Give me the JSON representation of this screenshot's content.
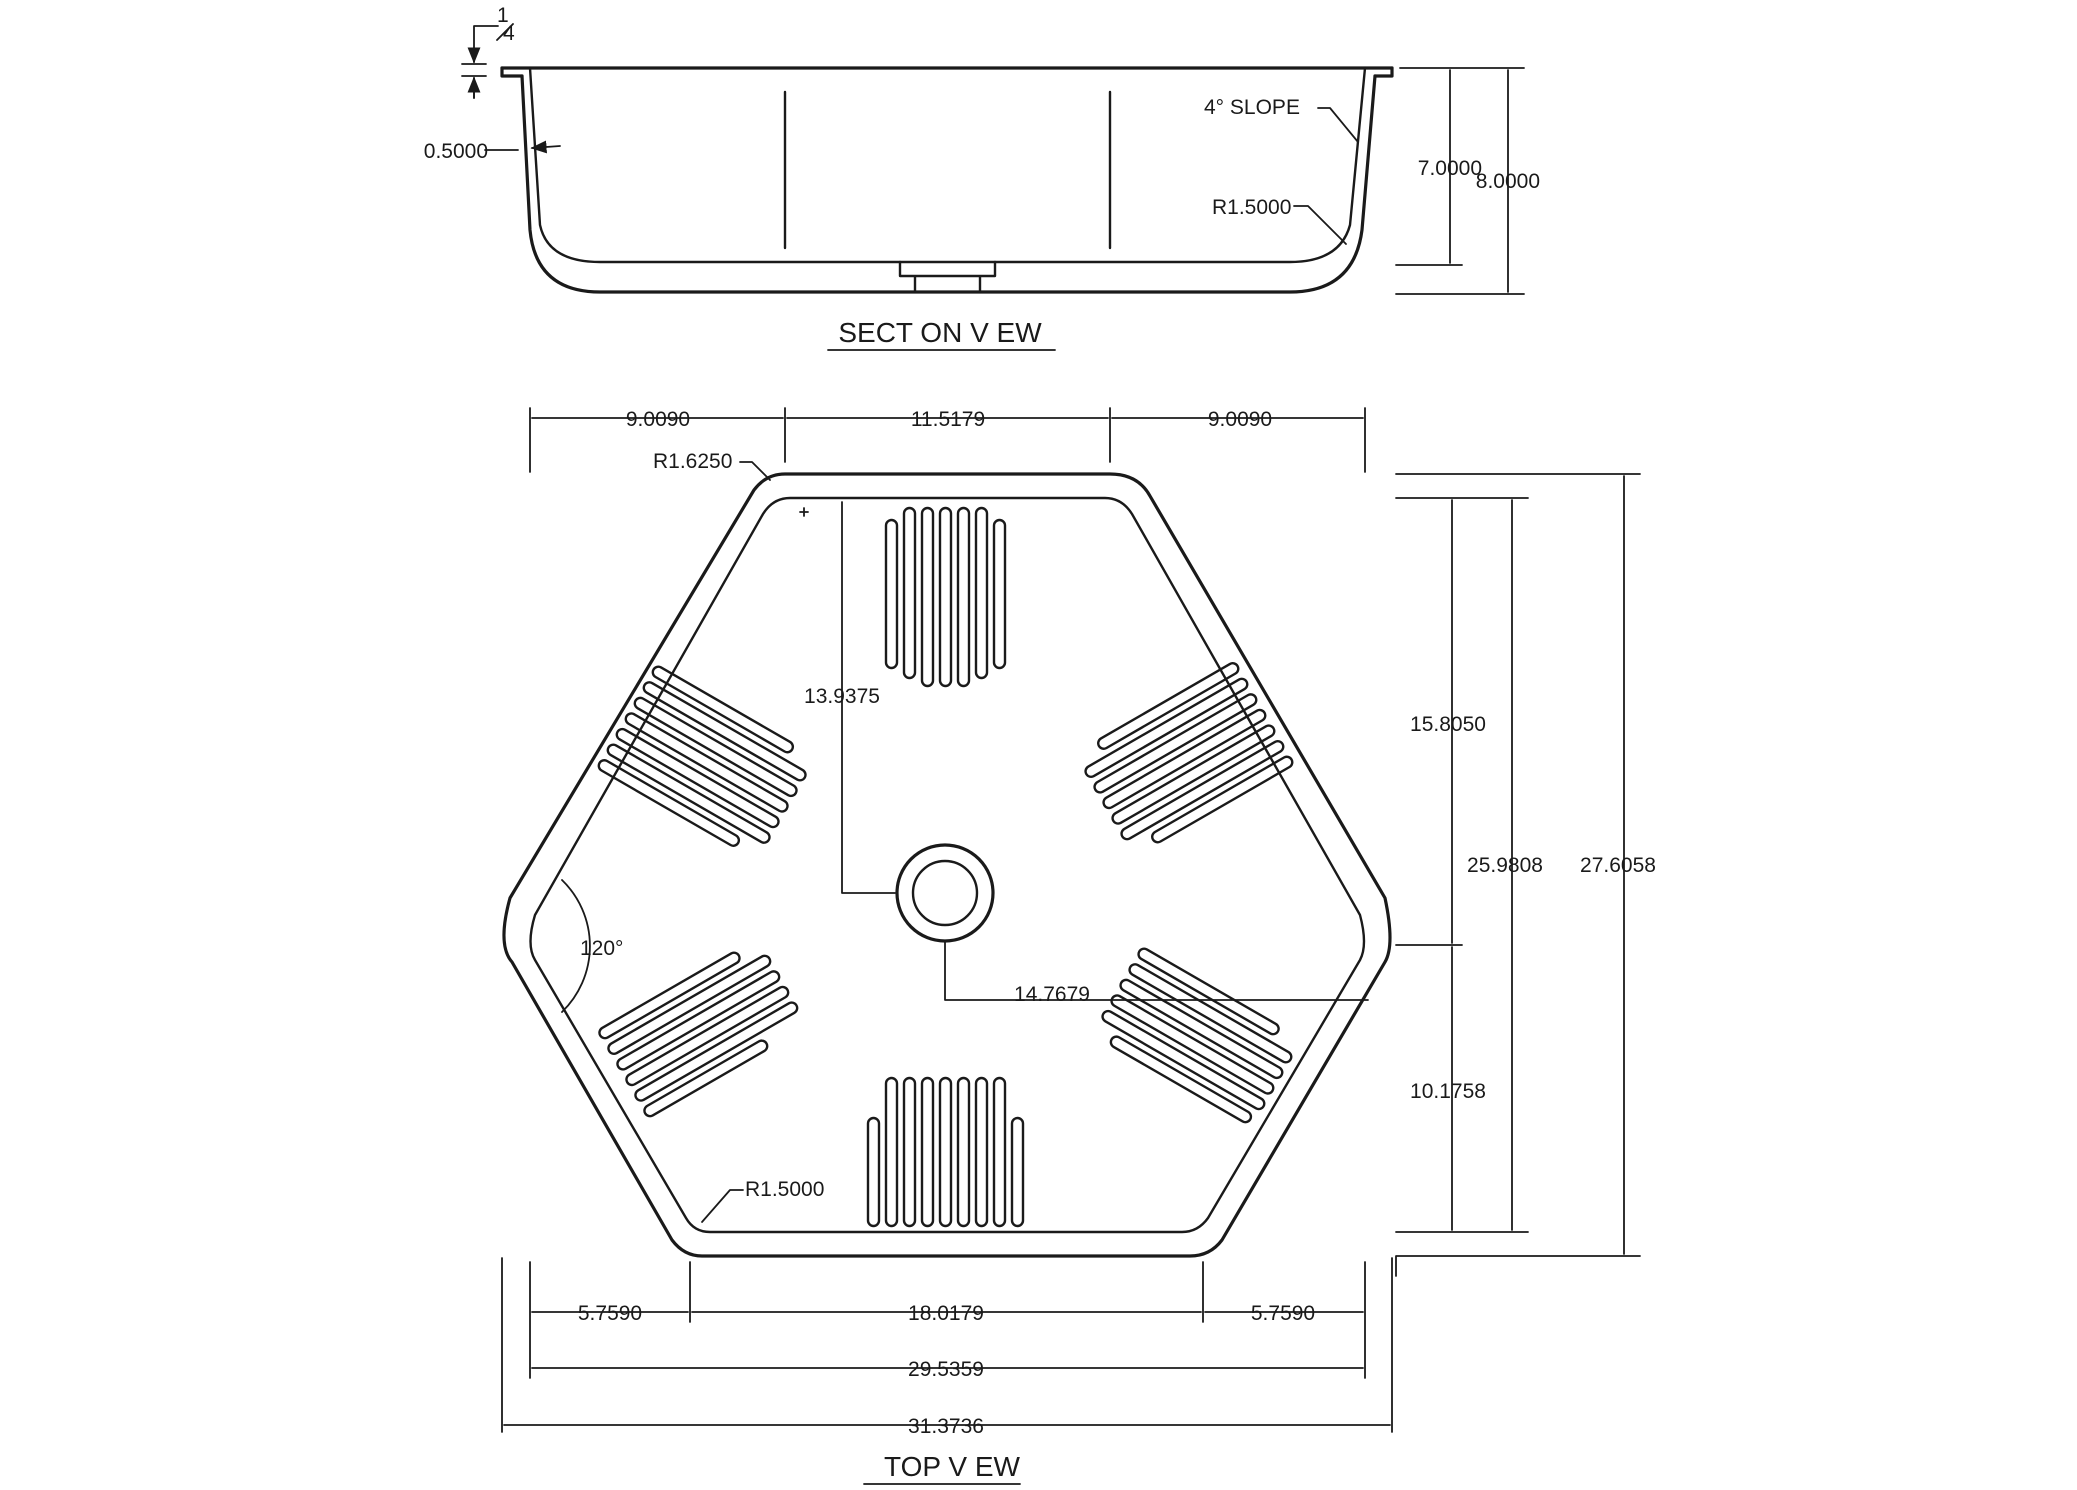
{
  "section_view": {
    "title": "SECT ON V EW",
    "dims": {
      "rim_fraction_num": "1",
      "rim_fraction_den": "4",
      "wall": "0.5000",
      "slope": "4° SLOPE",
      "inner_radius": "R1.5000",
      "depth_inner": "7.0000",
      "depth_outer": "8.0000"
    }
  },
  "top_view": {
    "title": "TOP V EW",
    "dims": {
      "top_left": "9.0090",
      "top_middle": "11.5179",
      "top_right": "9.0090",
      "corner_outer_radius": "R1.6250",
      "drain_offset_vertical": "13.9375",
      "drain_offset_horizontal": "14.7679",
      "angle": "120°",
      "corner_inner_radius": "R1.5000",
      "right_upper": "15.8050",
      "right_lower": "10.1758",
      "right_inner_total": "25.9808",
      "right_outer_total": "27.6058",
      "bottom_left": "5.7590",
      "bottom_middle": "18.0179",
      "bottom_right": "5.7590",
      "inner_width": "29.5359",
      "outer_width": "31.3736"
    }
  },
  "colors": {
    "ink": "#1a1a1a",
    "paper": "#ffffff"
  }
}
